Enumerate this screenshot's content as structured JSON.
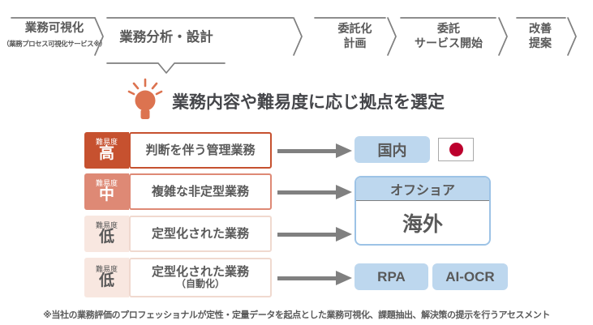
{
  "process_bar": {
    "steps": [
      {
        "title": "業務可視化",
        "subtitle": "（業務プロセス可視化サービス※）"
      },
      {
        "title": "業務分析・設計"
      },
      {
        "line1": "委託化",
        "line2": "計画"
      },
      {
        "line1": "委託",
        "line2": "サービス開始"
      },
      {
        "line1": "改善",
        "line2": "提案"
      }
    ]
  },
  "headline": {
    "text": "業務内容や難易度に応じ拠点を選定"
  },
  "matrix": {
    "difficulty_caption": "難易度",
    "rows": [
      {
        "level": "高",
        "task": "判断を伴う管理業務"
      },
      {
        "level": "中",
        "task": "複雑な非定型業務"
      },
      {
        "level": "低",
        "task": "定型化された業務"
      },
      {
        "level": "低",
        "task": "定型化された業務",
        "task_note": "（自動化）"
      }
    ]
  },
  "destinations": {
    "domestic": "国内",
    "offshore_header": "オフショア",
    "offshore_body": "海外",
    "rpa": "RPA",
    "ai_ocr": "AI-OCR"
  },
  "footnote": "※当社の業務評価のプロフェッショナルが定性・定量データを起点とした業務可視化、課題抽出、解決策の提示を行うアセスメント",
  "colors": {
    "difficulty_high": "#c6512f",
    "difficulty_medium": "#de8975",
    "difficulty_low_bg": "#f8e7e0",
    "difficulty_low_border": "#f0d9cf",
    "box_text": "#595959",
    "blue_fill": "#bdd7ee",
    "blue_border": "#9dc3e6",
    "line_gray": "#7f7f7f",
    "arrow_gray": "#808080",
    "accent_orange": "#dc7350",
    "flag_red": "#bc002d"
  }
}
